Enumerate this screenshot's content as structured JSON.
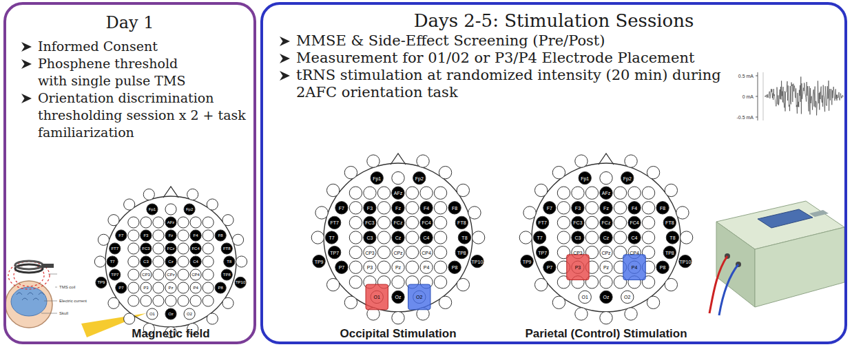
{
  "diagram": {
    "nodes": [
      {
        "text": [
          "Day 1",
          "Informed Consent",
          "Phosphene threshold with single pulse TMS",
          "Orientation discrimination thresholding session x 2 + task familiarization"
        ]
      },
      {
        "text": [
          "Days 2-5: Stimulation Sessions",
          "MMSE & Side-Effect Screening (Pre/Post)",
          "Measurement for 01/02 or P3/P4 Electrode Placement",
          "tRNS stimulation at randomized intensity (20 min) during 2AFC orientation task"
        ]
      }
    ],
    "labels": [
      "Fp1",
      "Fp2",
      "AFz",
      "F7",
      "F3",
      "Fz",
      "F4",
      "F8",
      "FT7",
      "FC3",
      "FCz",
      "FC4",
      "FT8",
      "T7",
      "C3",
      "Cz",
      "C4",
      "T8",
      "TP7",
      "CP3",
      "CPz",
      "CP4",
      "TP8",
      "TP9",
      "TP10",
      "P7",
      "P3",
      "Pz",
      "P4",
      "P8",
      "O1",
      "Oz",
      "O2",
      "Magnetic field",
      "TMS coil",
      "Electric current",
      "Skull",
      "0.5 mA",
      "0 mA",
      "-0.5 mA",
      "Fp1",
      "Fp2",
      "AFz",
      "F7",
      "F3",
      "Fz",
      "F4",
      "F8",
      "FT7",
      "FC3",
      "FCz",
      "FC4",
      "FT8",
      "T7",
      "C3",
      "Cz",
      "C4",
      "T8",
      "TP7",
      "CP3",
      "CPz",
      "CP4",
      "TP8",
      "TP9",
      "TP10",
      "P7",
      "P3",
      "Pz",
      "P4",
      "P8",
      "O1",
      "Oz",
      "O2",
      "Occipital Stimulation",
      "Fp1",
      "Fp2",
      "AFz",
      "F7",
      "F3",
      "Fz",
      "F4",
      "F8",
      "FT7",
      "FC3",
      "FCz",
      "FC4",
      "FT8",
      "T7",
      "C3",
      "Cz",
      "C4",
      "T8",
      "TP7",
      "CP3",
      "CPz",
      "CP4",
      "TP8",
      "TP9",
      "TP10",
      "P7",
      "P3",
      "Pz",
      "P4",
      "P8",
      "O1",
      "Oz",
      "O2",
      "Parietal (Control) Stimulation"
    ]
  }
}
